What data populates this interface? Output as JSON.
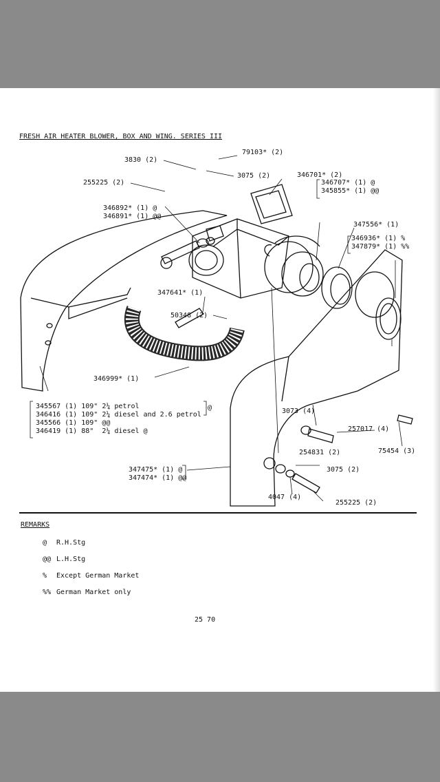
{
  "title": "FRESH AIR HEATER BLOWER, BOX AND WING. SERIES III",
  "labels": {
    "l79103": "79103* (2)",
    "l3830": "3830 (2)",
    "l3075a": "3075 (2)",
    "l346701": "346701* (2)",
    "l255225a": "255225 (2)",
    "l346707": "346707* (1) @",
    "l345855": "345855* (1) @@",
    "l346892": "346892* (1) @",
    "l346891": "346891* (1) @@",
    "l347556": "347556* (1)",
    "l346936": "346936* (1) %",
    "l347879": "347879* (1) %%",
    "l347641": "347641* (1)",
    "l50348": "50348 (2)",
    "l346999": "346999* (1)",
    "tbl1": "345567 (1) 109\" 2¼ petrol",
    "tbl2": "346416 (1) 109\" 2¼ diesel and 2.6 petrol",
    "tbl_at": "@",
    "tbl3": "345566 (1) 109\" @@",
    "tbl4": "346419 (1) 88\"  2¼ diesel @",
    "l3073": "3073 (4)",
    "l257017": "257017 (4)",
    "l75454": "75454 (3)",
    "l254831": "254831 (2)",
    "l3075b": "3075 (2)",
    "l347475": "347475* (1) @",
    "l347474": "347474* (1) @@",
    "l4047": "4047 (4)",
    "l255225b": "255225 (2)"
  },
  "remarks": {
    "heading": "REMARKS",
    "items": [
      {
        "symbol": "@",
        "text": "R.H.Stg"
      },
      {
        "symbol": "@@",
        "text": "L.H.Stg"
      },
      {
        "symbol": "%",
        "text": "Except German Market"
      },
      {
        "symbol": "%%",
        "text": "German Market only"
      }
    ]
  },
  "page_number": "25 70"
}
